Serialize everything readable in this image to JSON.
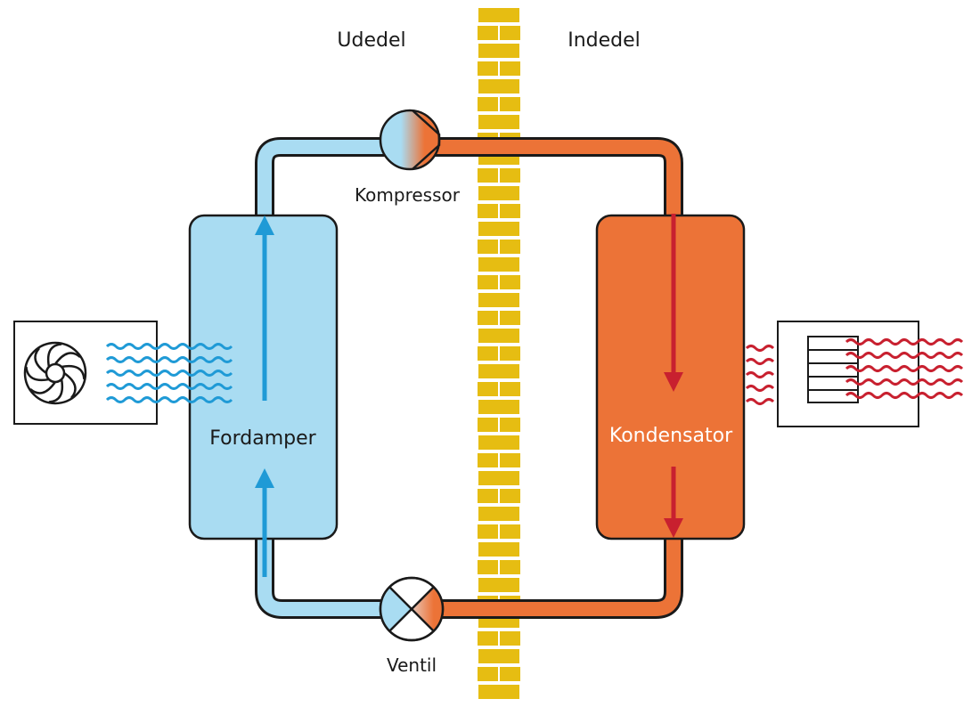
{
  "labels": {
    "outdoor": "Udedel",
    "indoor": "Indedel",
    "compressor": "Kompressor",
    "evaporator": "Fordamper",
    "condenser": "Kondensator",
    "valve": "Ventil"
  },
  "colors": {
    "cold_fill": "#a9dcf2",
    "cold_arrow": "#1f9ad6",
    "hot_fill": "#ec7337",
    "hot_arrow": "#c8202f",
    "wall_brick": "#e6bd12",
    "outline": "#1a1a1a"
  },
  "icons": {
    "fan": "fan-icon",
    "radiator": "radiator-icon"
  }
}
